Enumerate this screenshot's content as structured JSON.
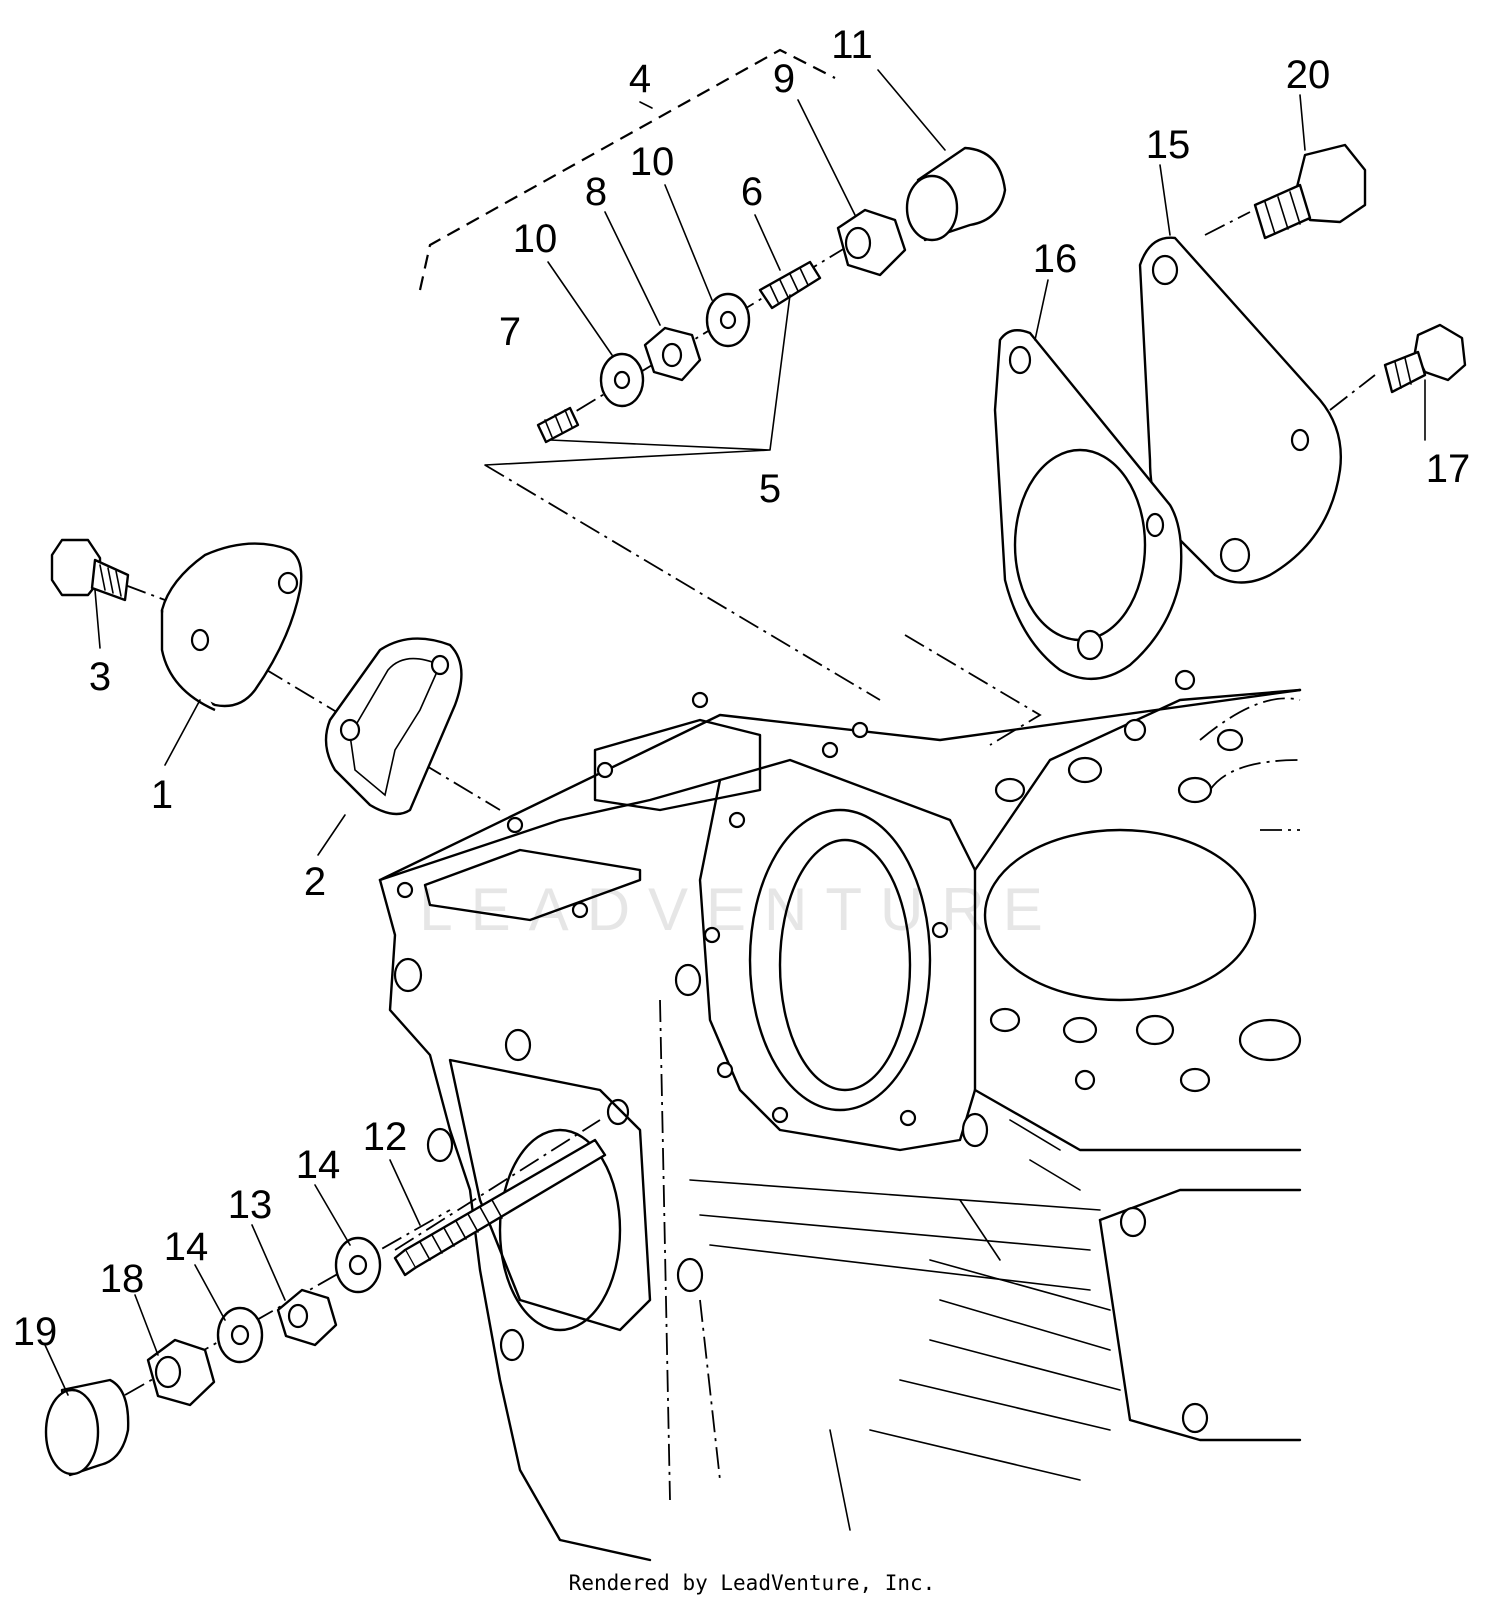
{
  "callouts": [
    {
      "id": "c1",
      "label": "1"
    },
    {
      "id": "c2",
      "label": "2"
    },
    {
      "id": "c3",
      "label": "3"
    },
    {
      "id": "c4",
      "label": "4"
    },
    {
      "id": "c5",
      "label": "5"
    },
    {
      "id": "c6",
      "label": "6"
    },
    {
      "id": "c7",
      "label": "7"
    },
    {
      "id": "c8",
      "label": "8"
    },
    {
      "id": "c9",
      "label": "9"
    },
    {
      "id": "c10a",
      "label": "10"
    },
    {
      "id": "c10b",
      "label": "10"
    },
    {
      "id": "c11",
      "label": "11"
    },
    {
      "id": "c12",
      "label": "12"
    },
    {
      "id": "c13",
      "label": "13"
    },
    {
      "id": "c14a",
      "label": "14"
    },
    {
      "id": "c14b",
      "label": "14"
    },
    {
      "id": "c15",
      "label": "15"
    },
    {
      "id": "c16",
      "label": "16"
    },
    {
      "id": "c17",
      "label": "17"
    },
    {
      "id": "c18",
      "label": "18"
    },
    {
      "id": "c19",
      "label": "19"
    },
    {
      "id": "c20",
      "label": "20"
    }
  ],
  "watermark": "LEADVENTURE",
  "footer": {
    "credit": "Rendered by LeadVenture, Inc."
  }
}
